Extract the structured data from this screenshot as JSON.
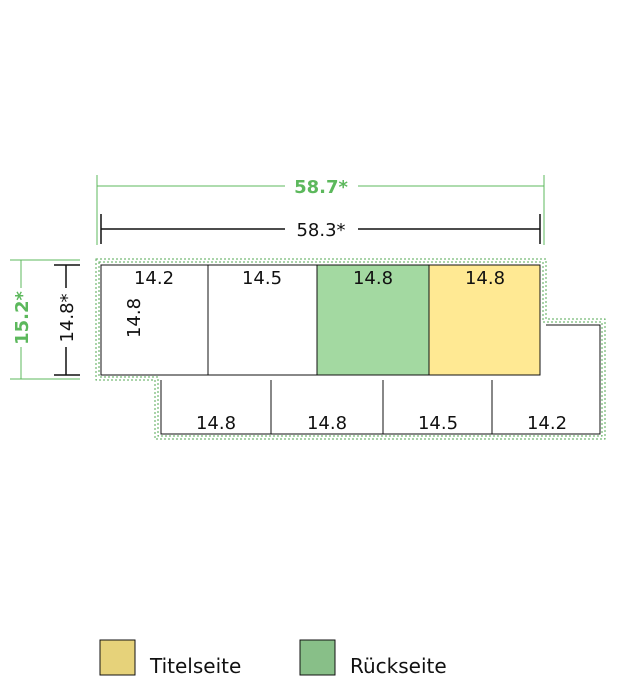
{
  "colors": {
    "green_dim": "#5cb85c",
    "green_dotted": "#55aa55",
    "back_fill": "#a3d9a1",
    "title_fill": "#ffe993",
    "legend_title": "#e6d27a",
    "legend_back": "#88bf88",
    "line": "#111111"
  },
  "dimensions": {
    "outer_width": "58.7*",
    "inner_width": "58.3*",
    "outer_height": "15.2*",
    "inner_height": "14.8*"
  },
  "top_row": [
    {
      "label": "14.2",
      "side_label": "14.8",
      "fill": "none"
    },
    {
      "label": "14.5",
      "fill": "none"
    },
    {
      "label": "14.8",
      "fill": "back"
    },
    {
      "label": "14.8",
      "fill": "title"
    }
  ],
  "bottom_row": [
    {
      "label": "14.8"
    },
    {
      "label": "14.8"
    },
    {
      "label": "14.5"
    },
    {
      "label": "14.2"
    }
  ],
  "legend": [
    {
      "label": "Titelseite",
      "color": "legend_title"
    },
    {
      "label": "Rückseite",
      "color": "legend_back"
    }
  ]
}
